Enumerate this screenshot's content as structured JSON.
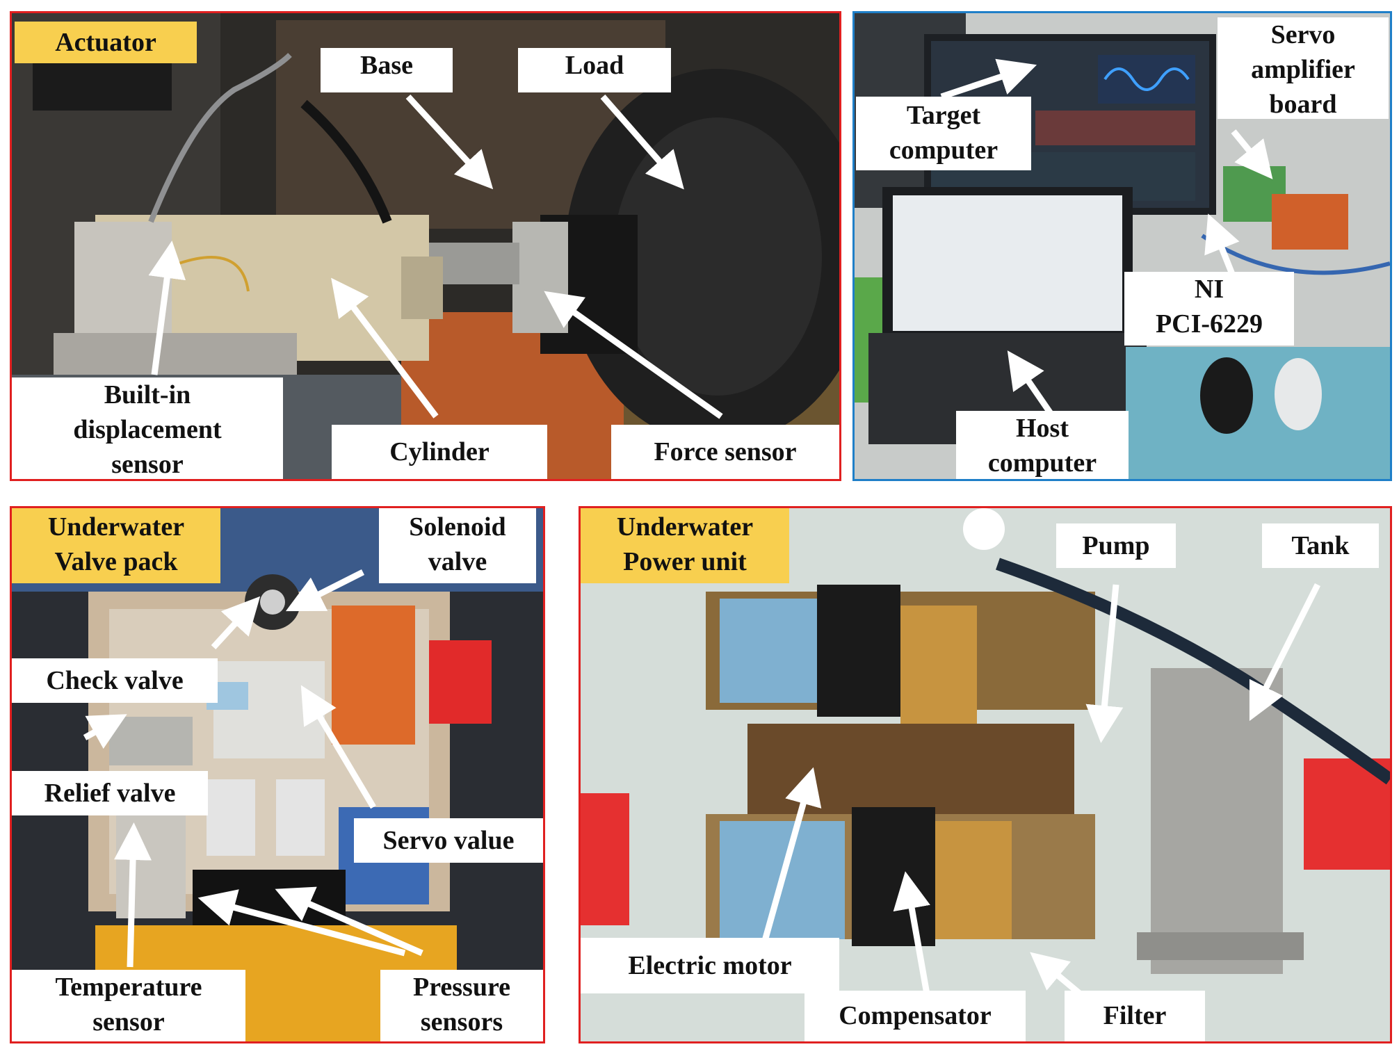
{
  "panels": {
    "actuator": {
      "tag": "Actuator",
      "labels": {
        "base": "Base",
        "load": "Load",
        "builtin_line1": "Built-in",
        "builtin_line2": "displacement",
        "builtin_line3": "sensor",
        "cylinder": "Cylinder",
        "force_sensor": "Force sensor"
      },
      "border_color": "#e02020"
    },
    "computers": {
      "labels": {
        "servo_line1": "Servo",
        "servo_line2": "amplifier",
        "servo_line3": "board",
        "target_line1": "Target",
        "target_line2": "computer",
        "ni_line1": "NI",
        "ni_line2": "PCI-6229",
        "host_line1": "Host",
        "host_line2": "computer"
      },
      "border_color": "#1f7fc8"
    },
    "valve_pack": {
      "tag_line1": "Underwater",
      "tag_line2": "Valve pack",
      "labels": {
        "solenoid_line1": "Solenoid",
        "solenoid_line2": "valve",
        "check_valve": "Check valve",
        "relief_valve": "Relief valve",
        "servo_value": "Servo value",
        "temp_line1": "Temperature",
        "temp_line2": "sensor",
        "pressure_line1": "Pressure",
        "pressure_line2": "sensors"
      },
      "border_color": "#e02020"
    },
    "power_unit": {
      "tag_line1": "Underwater",
      "tag_line2": "Power unit",
      "labels": {
        "pump": "Pump",
        "tank": "Tank",
        "electric_motor": "Electric motor",
        "compensator": "Compensator",
        "filter": "Filter"
      },
      "border_color": "#e02020"
    }
  }
}
